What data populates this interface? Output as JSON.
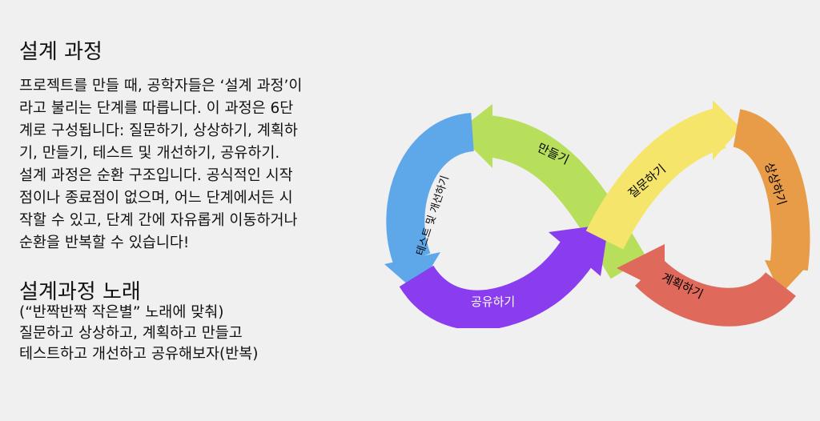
{
  "title": "설계 과정",
  "body_lines": [
    "프로젝트를 만들 때, 공학자들은 ‘설계 과정’이",
    "라고 불리는 단계를 따릅니다. 이 과정은 6단",
    "계로 구성됩니다: 질문하기, 상상하기, 계획하",
    "기, 만들기, 테스트 및 개선하기, 공유하기.",
    "설계 과정은 순환 구조입니다. 공식적인 시작",
    "점이나 종료점이 없으며, 어느 단계에서든 시",
    "작할 수 있고, 단계 간에 자유롭게 이동하거나",
    "순환을 반복할 수 있습니다!"
  ],
  "song": {
    "title": "설계과정 노래",
    "lines": [
      "(“반짝반짝 작은별” 노래에 맞춰)",
      "질문하고 상상하고, 계획하고 만들고",
      "테스트하고 개선하고 공유해보자(반복)"
    ]
  },
  "diagram": {
    "steps": [
      {
        "label": "질문하기",
        "color": "#f6e56b"
      },
      {
        "label": "상상하기",
        "color": "#e89c48"
      },
      {
        "label": "계획하기",
        "color": "#df6a5c"
      },
      {
        "label": "만들기",
        "color": "#b8df5c"
      },
      {
        "label": "테스트 및 개선하기",
        "color": "#5ea8ea"
      },
      {
        "label": "공유하기",
        "color": "#8a3cef"
      }
    ]
  }
}
